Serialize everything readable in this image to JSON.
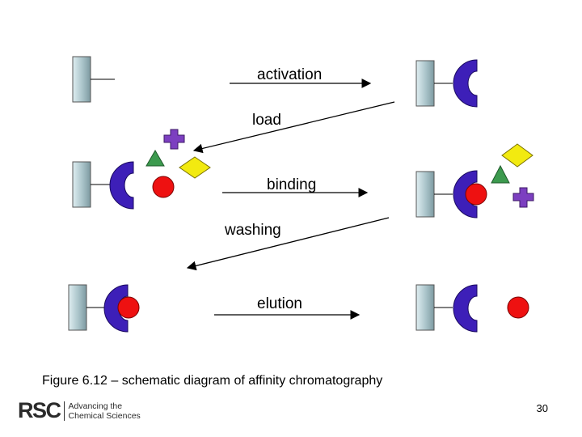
{
  "steps": {
    "activation": "activation",
    "load": "load",
    "binding": "binding",
    "washing": "washing",
    "elution": "elution"
  },
  "caption": "Figure 6.12 – schematic diagram of affinity chromatography",
  "logo": {
    "mark": "RSC",
    "line1": "Advancing the",
    "line2": "Chemical Sciences"
  },
  "page_number": "30",
  "colors": {
    "support": "#9fb9bf",
    "ligand": "#3d1fb8",
    "target": "#ee1111",
    "triangle": "#3c9a4e",
    "cross": "#7c3fc0",
    "diamond": "#f2ea10"
  }
}
